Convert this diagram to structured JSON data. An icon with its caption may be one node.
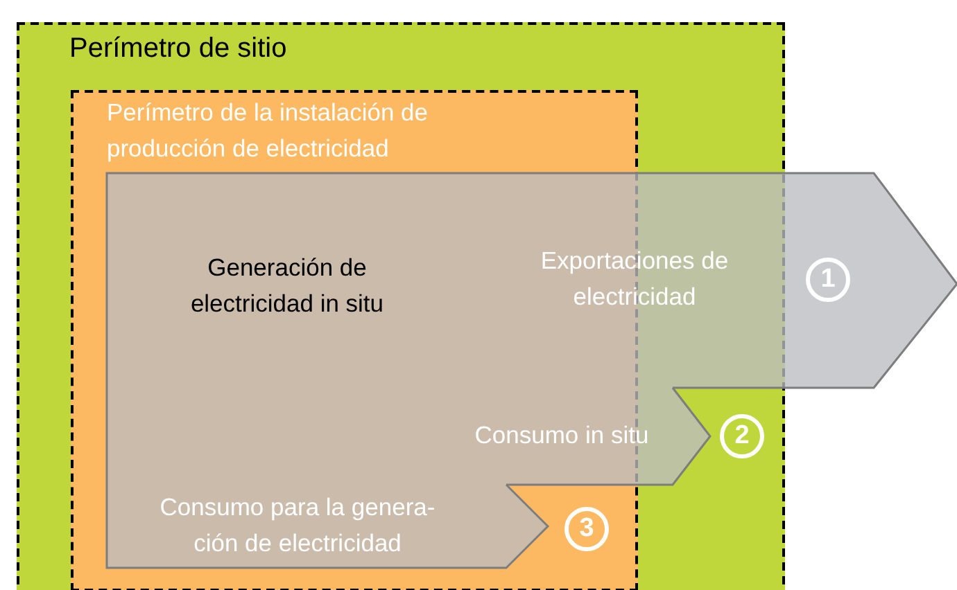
{
  "diagram": {
    "nodes": [
      {
        "text": [
          "Perímetro de sitio"
        ]
      },
      {
        "text": [
          "Perímetro de la instalación de producción de electricidad"
        ],
        "in": 0
      },
      {
        "text": [
          "Generación de electricidad in situ"
        ],
        "in": 1
      },
      {
        "text": [
          "Exportaciones de electricidad"
        ]
      },
      {
        "text": [
          "Consumo in situ"
        ],
        "in": 0
      },
      {
        "text": [
          "Consumo para la genera- ción de electricidad"
        ],
        "in": 1
      }
    ],
    "edges": [],
    "labels": [
      "1",
      "2",
      "3"
    ]
  }
}
